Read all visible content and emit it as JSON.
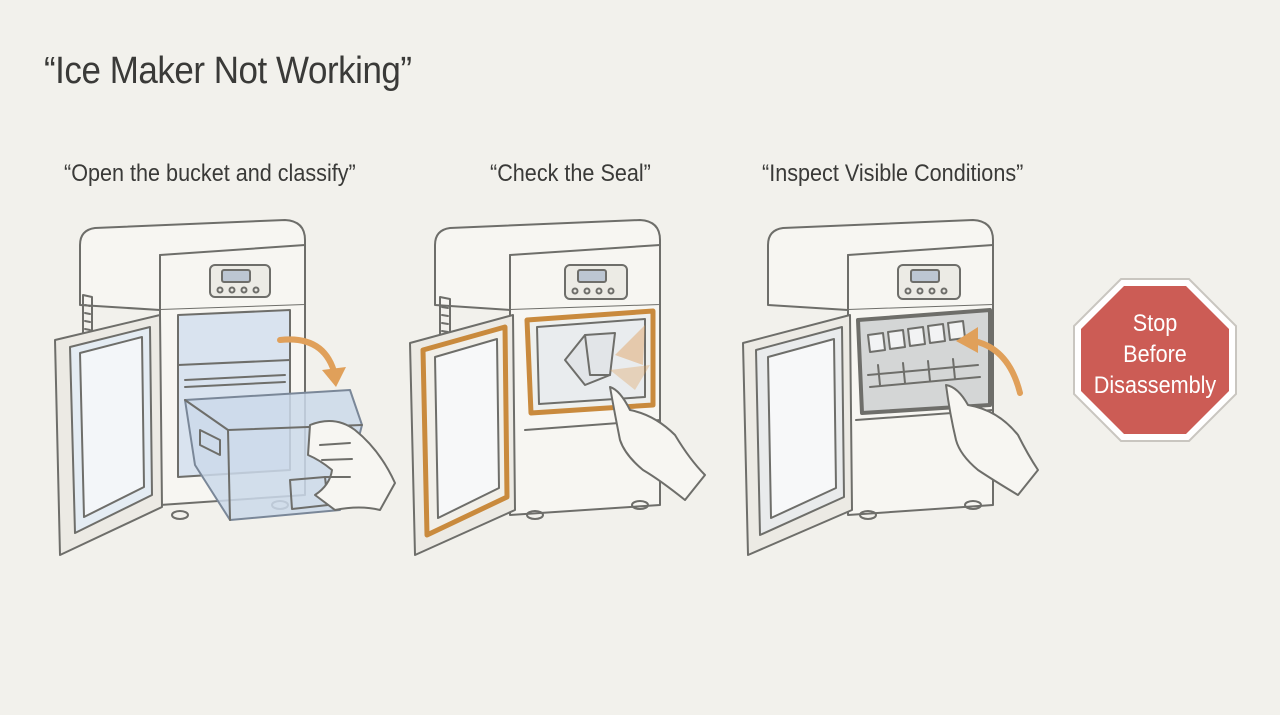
{
  "title": "“Ice Maker Not Working”",
  "steps": [
    {
      "label": "“Open the bucket and classify”",
      "icon": "ice-maker-bucket-icon"
    },
    {
      "label": "“Check the Seal”",
      "icon": "ice-maker-seal-icon"
    },
    {
      "label": "“Inspect Visible Conditions”",
      "icon": "ice-maker-inspect-icon"
    }
  ],
  "stop_sign": {
    "lines": [
      "Stop",
      "Before",
      "Disassembly"
    ],
    "icon": "stop-sign-icon"
  },
  "colors": {
    "background": "#f2f1ec",
    "accent_orange": "#e0a05a",
    "bucket_blue": "#c9d8ea",
    "stop_red": "#cc5c55"
  }
}
